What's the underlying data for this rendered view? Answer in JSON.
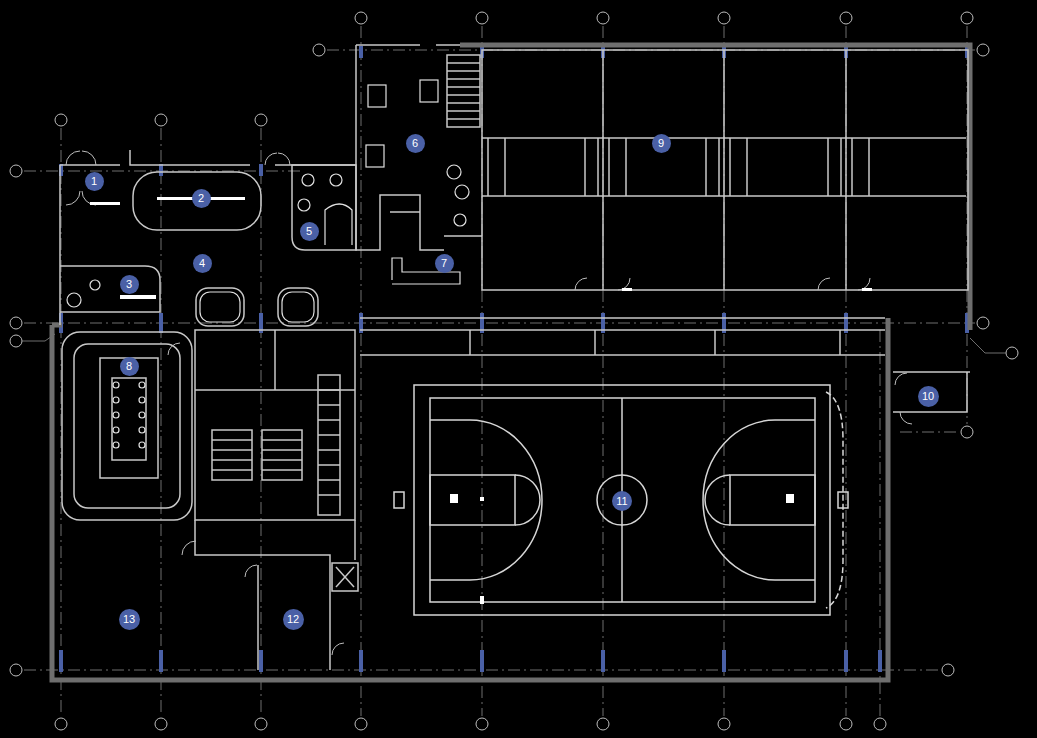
{
  "diagram": {
    "nodes": [
      {
        "text": [
          "1"
        ]
      },
      {
        "text": [
          "2"
        ]
      },
      {
        "text": [
          "3"
        ]
      },
      {
        "text": [
          "4"
        ]
      },
      {
        "text": [
          "5"
        ]
      },
      {
        "text": [
          "6"
        ]
      },
      {
        "text": [
          "7"
        ]
      },
      {
        "text": [
          "8"
        ]
      },
      {
        "text": [
          "9"
        ]
      },
      {
        "text": [
          "10"
        ]
      },
      {
        "text": [
          "11"
        ]
      },
      {
        "text": [
          "12"
        ]
      },
      {
        "text": [
          "13"
        ]
      }
    ]
  }
}
